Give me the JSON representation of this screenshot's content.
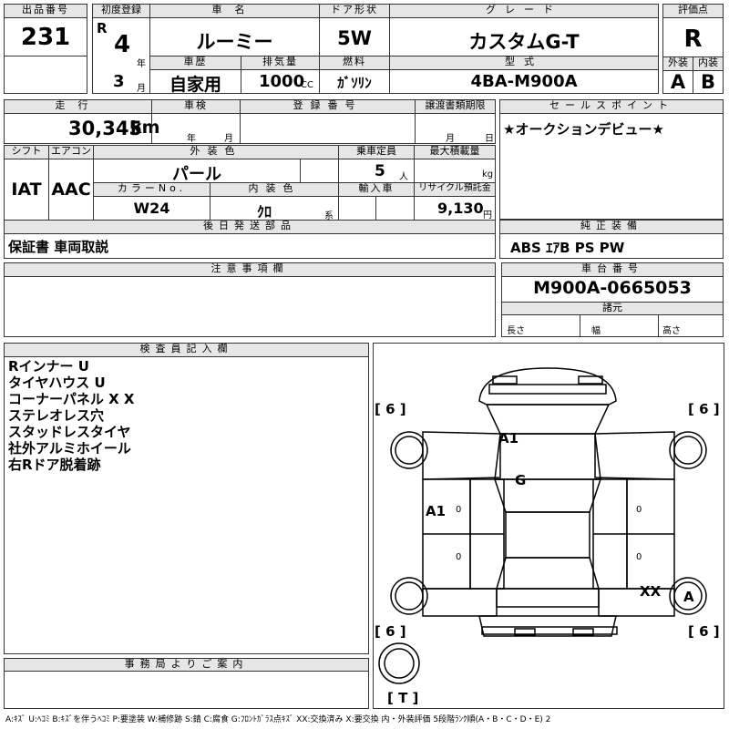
{
  "row1": {
    "lot_label": "出品番号",
    "lot_value": "231",
    "first_reg_label": "初度登録",
    "era": "R",
    "year_value": "4",
    "year_unit": "年",
    "month_value": "3",
    "month_unit": "月",
    "carname_label": "車名",
    "carname_value": "ルーミー",
    "door_label": "ドア形状",
    "door_value": "5W",
    "grade_label": "グレード",
    "grade_value": "カスタムG-T",
    "score_label": "評価点",
    "score_value": "R",
    "history_label": "車歴",
    "history_value": "自家用",
    "disp_label": "排気量",
    "disp_value": "1000",
    "disp_unit": "CC",
    "fuel_label": "燃料",
    "fuel_value": "ｶﾞｿﾘﾝ",
    "model_label": "型式",
    "model_value": "4BA-M900A",
    "ext_label": "外装",
    "ext_value": "A",
    "int_label": "内装",
    "int_value": "B"
  },
  "row2": {
    "mileage_label": "走行",
    "mileage_value": "30,345",
    "mileage_unit": "km",
    "inspection_label": "車検",
    "insp_year_unit": "年",
    "insp_month_unit": "月",
    "regno_label": "登録番号",
    "transfer_label": "譲渡書類期限",
    "transfer_month_unit": "月",
    "transfer_day_unit": "日",
    "sales_label": "セールスポイント",
    "sales_value": "★オークションデビュー★"
  },
  "row3": {
    "shift_label": "シフト",
    "shift_value": "IAT",
    "ac_label": "エアコン",
    "ac_value": "AAC",
    "color_label": "外装色",
    "color_value": "パール",
    "capacity_label": "乗車定員",
    "capacity_value": "5",
    "capacity_unit": "人",
    "load_label": "最大積載量",
    "load_unit": "kg",
    "colorno_label": "カラーNo.",
    "colorno_value": "W24",
    "interior_label": "内装色",
    "interior_value": "ｸﾛ",
    "interior_unit": "系",
    "import_label": "輸入車",
    "recycle_label": "リサイクル預託金",
    "recycle_value": "9,130",
    "recycle_unit": "円"
  },
  "later_parts": {
    "label": "後日発送部品",
    "value": "保証書 車両取説"
  },
  "equipment": {
    "label": "純正装備",
    "value": "ABS ｴｱB PS PW"
  },
  "notes": {
    "label": "注意事項欄"
  },
  "chassis": {
    "label": "車台番号",
    "value": "M900A-0665053",
    "spec_label": "諸元",
    "length_label": "長さ",
    "width_label": "幅",
    "height_label": "高さ"
  },
  "inspector": {
    "label": "検査員記入欄",
    "lines": [
      "Rインナー U",
      "タイヤハウス U",
      "コーナーパネル X X",
      "ステレオレス穴",
      "スタッドレスタイヤ",
      "社外アルミホイール",
      "右Rドア脱着跡"
    ]
  },
  "office": {
    "label": "事務局よりご案内"
  },
  "diagram": {
    "tire_fl": "[ 6 ]",
    "tire_fr": "[ 6 ]",
    "tire_rl": "[ 6 ]",
    "tire_rr": "[ 6 ]",
    "trunk": "[ T ]",
    "mark_roof": "A1",
    "mark_center": "G",
    "mark_left_door": "A1",
    "mark_xx": "XX",
    "mark_a": "A",
    "zero": "0"
  },
  "legend": {
    "text": "A:ｷｽﾞ U:ﾍｺﾐ B:ｷｽﾞを伴うﾍｺﾐ P:要塗装 W:補修跡 S:錆 C:腐食 G:ﾌﾛﾝﾄｶﾞﾗｽ点ｷｽﾞ XX:交換済み X:要交換 内・外装評価 5段階ﾗﾝｸ順(A・B・C・D・E) 2"
  }
}
